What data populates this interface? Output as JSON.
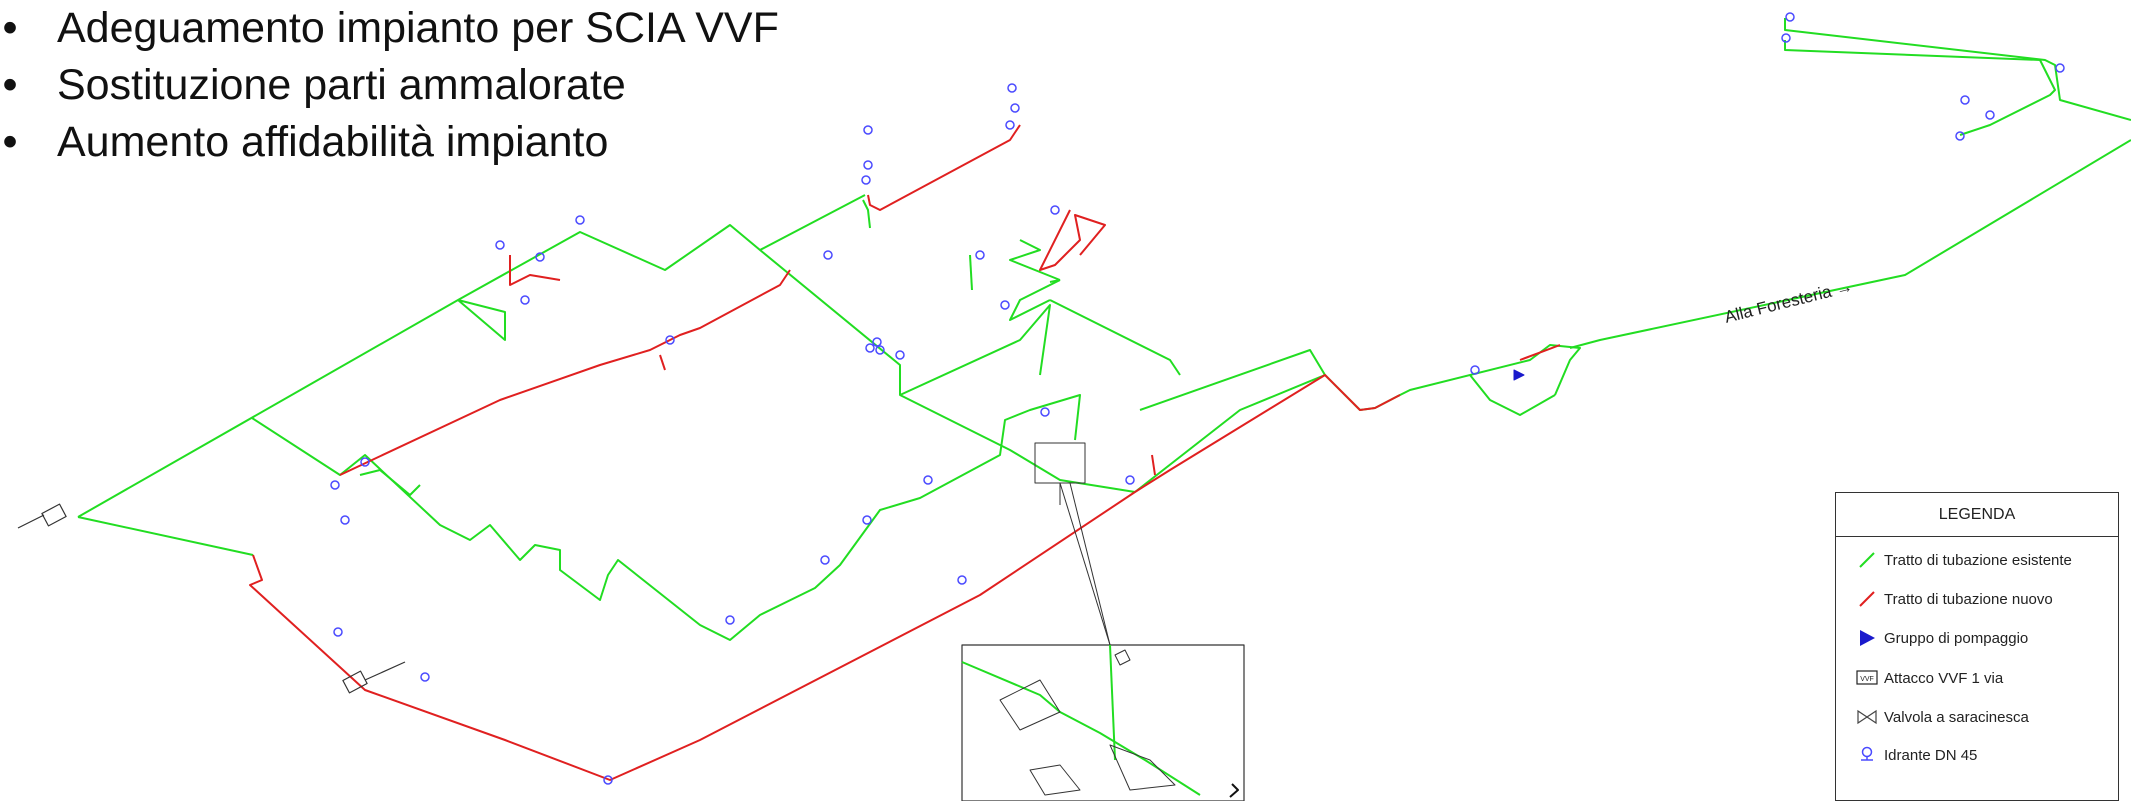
{
  "bullets": [
    "Adeguamento impianto per SCIA VVF",
    "Sostituzione parti ammalorate",
    "Aumento affidabilità impianto"
  ],
  "direction_label": "Alla Foresteria →",
  "legend": {
    "title": "LEGENDA",
    "items": [
      {
        "label": "Tratto di tubazione esistente",
        "symbol": "green-line-icon"
      },
      {
        "label": "Tratto di tubazione nuovo",
        "symbol": "red-line-icon"
      },
      {
        "label": "Gruppo di pompaggio",
        "symbol": "pump-icon"
      },
      {
        "label": "Attacco VVF 1 via",
        "symbol": "vvf-connection-icon"
      },
      {
        "label": "Valvola a saracinesca",
        "symbol": "gate-valve-icon"
      },
      {
        "label": "Idrante DN 45",
        "symbol": "hydrant-icon"
      }
    ],
    "vvf_mark": "VVF"
  },
  "colors": {
    "existing_pipe": "#22dd22",
    "new_pipe": "#e02020",
    "hydrant": "#4a4aff",
    "pump": "#1a1acc"
  }
}
